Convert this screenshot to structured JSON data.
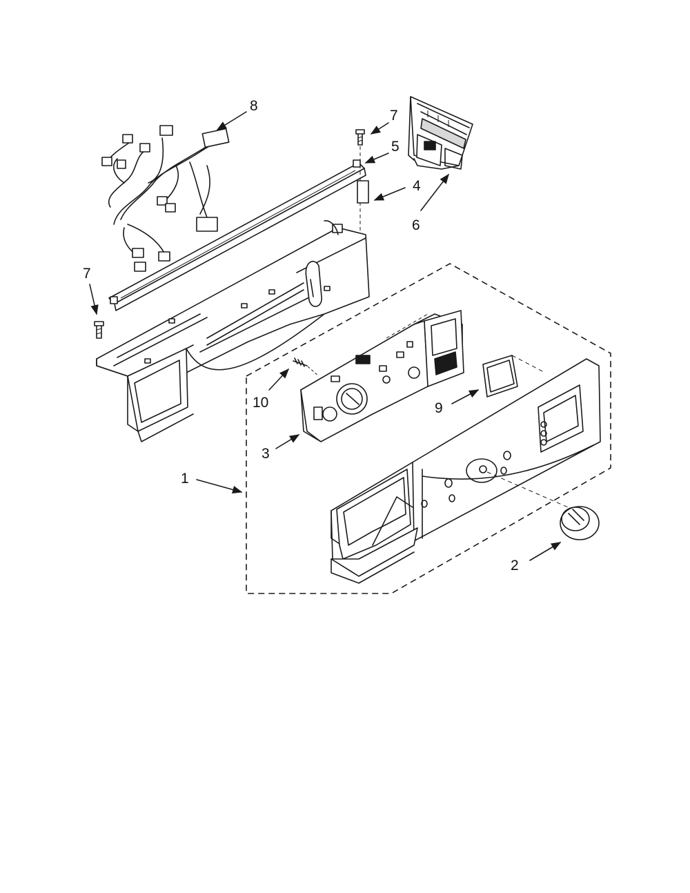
{
  "callouts": [
    {
      "id": "c1",
      "label": "1"
    },
    {
      "id": "c2",
      "label": "2"
    },
    {
      "id": "c3",
      "label": "3"
    },
    {
      "id": "c4",
      "label": "4"
    },
    {
      "id": "c5",
      "label": "5"
    },
    {
      "id": "c6",
      "label": "6"
    },
    {
      "id": "c7a",
      "label": "7"
    },
    {
      "id": "c7b",
      "label": "7"
    },
    {
      "id": "c8",
      "label": "8"
    },
    {
      "id": "c9",
      "label": "9"
    },
    {
      "id": "c10",
      "label": "10"
    }
  ],
  "colors": {
    "ink": "#1a1a1a",
    "paper": "#ffffff"
  }
}
